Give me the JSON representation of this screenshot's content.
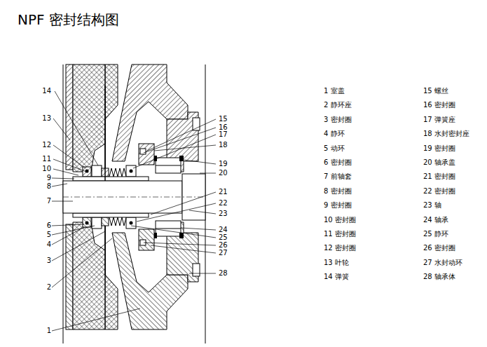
{
  "diagram": {
    "title": "NPF 密封结构图",
    "labels": [
      "14",
      "13",
      "12",
      "11",
      "10",
      "9",
      "8",
      "7",
      "6",
      "5",
      "4",
      "3",
      "2",
      "1",
      "15",
      "16",
      "17",
      "18",
      "19",
      "20",
      "21",
      "22",
      "23",
      "24",
      "25",
      "26",
      "27",
      "28",
      "1 室盖",
      "2 静环座",
      "3 密封圈",
      "4 静环",
      "5 动环",
      "6 密封圈",
      "7 前轴套",
      "8 密封圈",
      "9 密封圈",
      "10 密封圈",
      "11 密封圈",
      "12 密封圈",
      "13 叶轮",
      "14 弹簧",
      "15 螺丝",
      "16 密封圈",
      "17 弹簧座",
      "18 水封密封座",
      "19 密封圈",
      "20 轴承盖",
      "21 密封圈",
      "22 密封圈",
      "23 轴",
      "24 轴承",
      "25 静环",
      "26 密封圈",
      "27 水封动环",
      "28 轴承体"
    ]
  }
}
